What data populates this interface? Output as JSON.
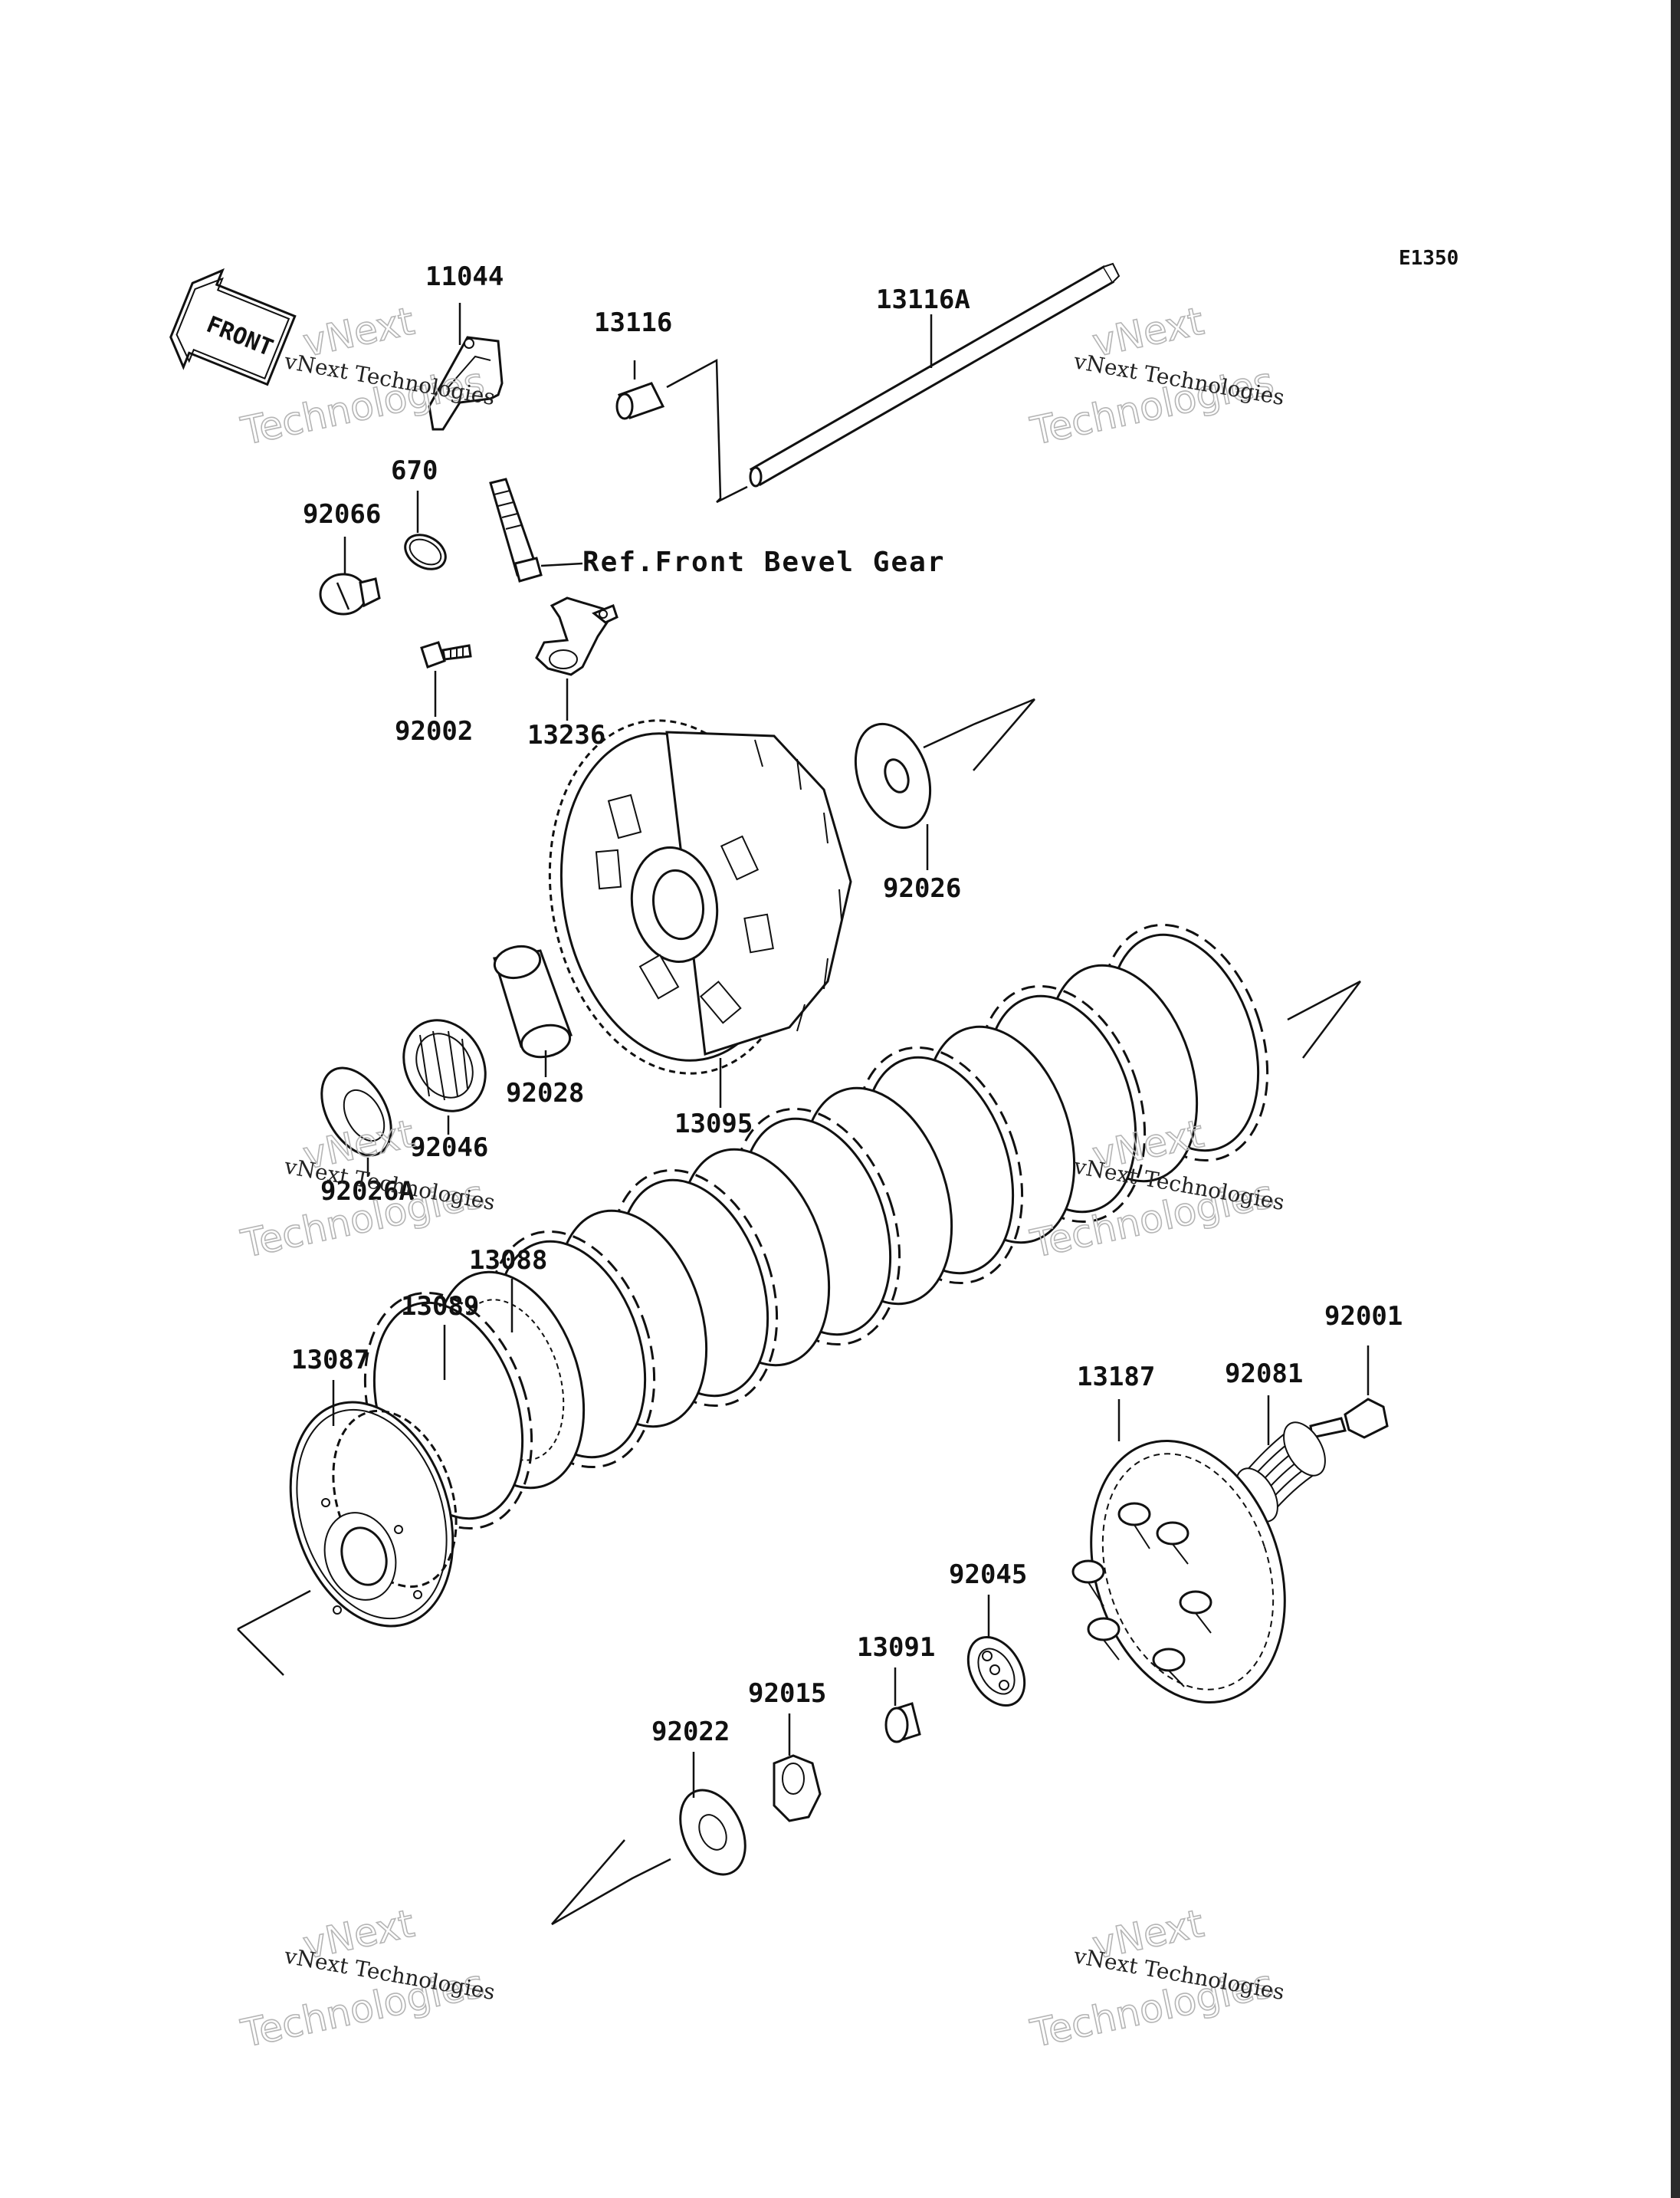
{
  "diagram": {
    "code": "E1350",
    "front_label": "FRONT",
    "reference_note": "Ref.Front Bevel Gear",
    "watermark": {
      "line1": "vNext Technologies",
      "line2": "vNext",
      "line3": "Technologies"
    },
    "parts": {
      "p11044": "11044",
      "p13116": "13116",
      "p13116A": "13116A",
      "p670": "670",
      "p92066": "92066",
      "p92002": "92002",
      "p13236": "13236",
      "p92026": "92026",
      "p13095": "13095",
      "p92028": "92028",
      "p92046": "92046",
      "p92026A": "92026A",
      "p13088": "13088",
      "p13089": "13089",
      "p13087": "13087",
      "p92001": "92001",
      "p92081": "92081",
      "p13187": "13187",
      "p92045": "92045",
      "p13091": "13091",
      "p92015": "92015",
      "p92022": "92022"
    }
  }
}
